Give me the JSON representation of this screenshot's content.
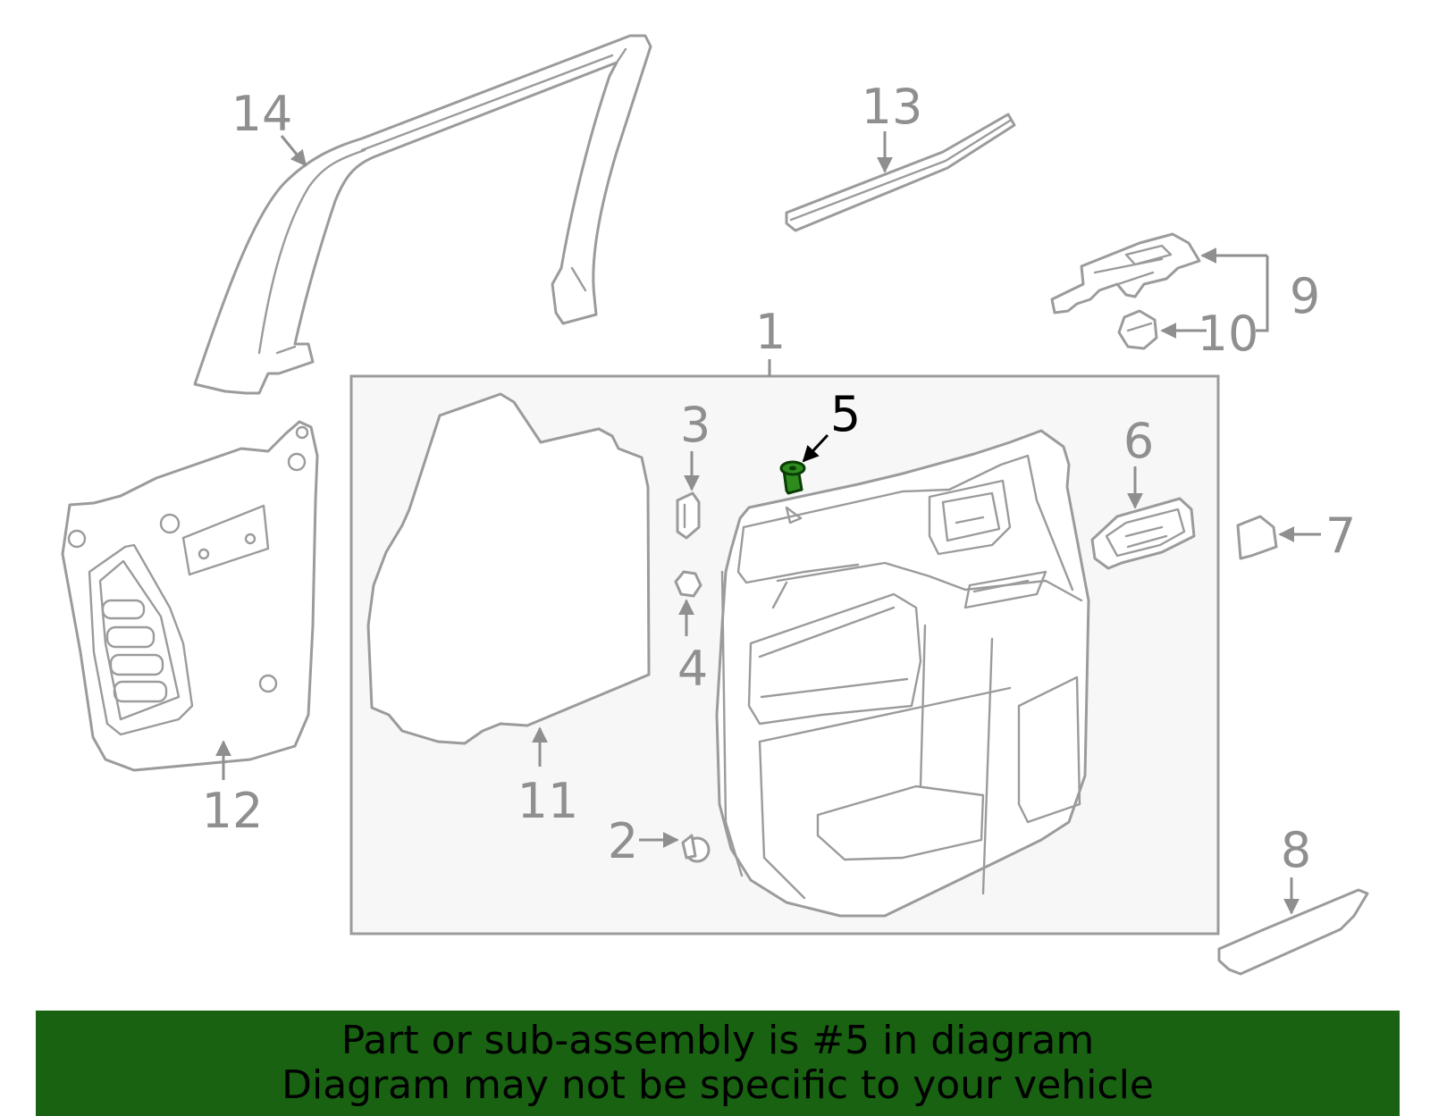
{
  "highlight_color": "#2e8b1e",
  "banner_color": "#186212",
  "callouts": {
    "c1": "1",
    "c2": "2",
    "c3": "3",
    "c4": "4",
    "c5": "5",
    "c6": "6",
    "c7": "7",
    "c8": "8",
    "c9": "9",
    "c10": "10",
    "c11": "11",
    "c12": "12",
    "c13": "13",
    "c14": "14"
  },
  "highlighted_part": "5",
  "banner": {
    "line1": "Part or sub-assembly is #5 in diagram",
    "line2": "Diagram may not be specific to your vehicle"
  }
}
